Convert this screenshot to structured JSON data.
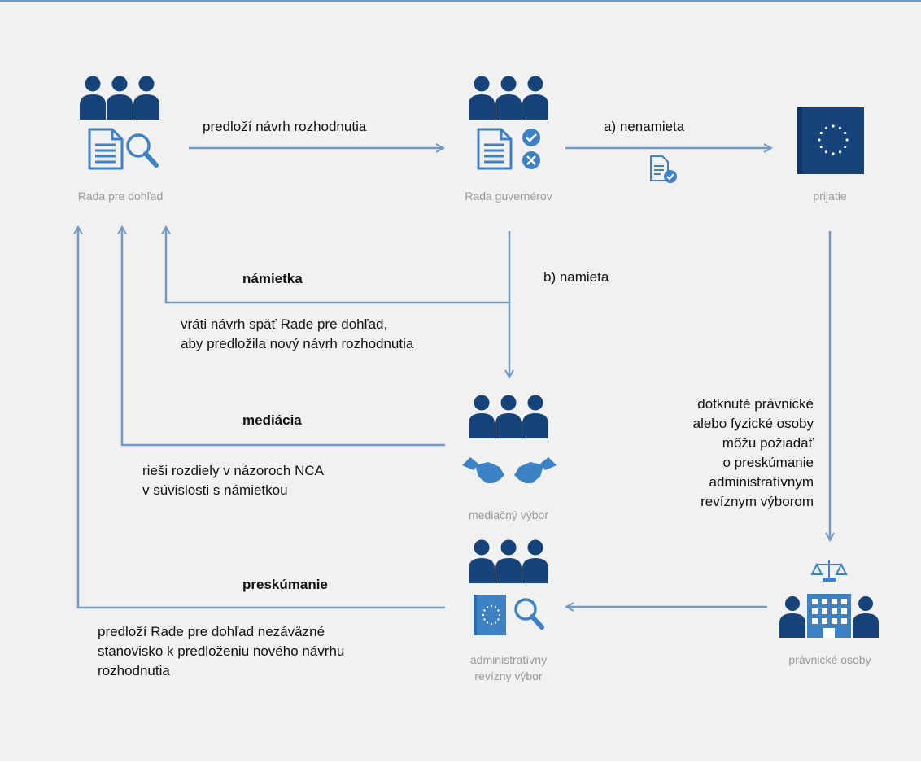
{
  "nodes": {
    "supervisory_board": "Rada pre dohľad",
    "governing_council": "Rada guvernérov",
    "adoption": "prijatie",
    "mediation_panel": "mediačný výbor",
    "review_board_line1": "administratívny",
    "review_board_line2": "revízny výbor",
    "legal_persons": "právnické osoby"
  },
  "flows": {
    "submit_draft": "predloží návrh rozhodnutia",
    "no_objection": "a) nenamieta",
    "objects": "b) namieta",
    "objection_title": "námietka",
    "objection_text_1": "vráti návrh späť Rade pre dohľad,",
    "objection_text_2": "aby predložila nový návrh rozhodnutia",
    "mediation_title": "mediácia",
    "mediation_text_1": "rieši rozdiely v názoroch NCA",
    "mediation_text_2": "v súvislosti s námietkou",
    "review_title": "preskúmanie",
    "review_text_1": "predloží Rade pre dohľad nezáväzné",
    "review_text_2": "stanovisko k predloženiu nového návrhu",
    "review_text_3": "rozhodnutia",
    "request_review_1": "dotknuté právnické",
    "request_review_2": "alebo fyzické osoby",
    "request_review_3": "môžu požiadať",
    "request_review_4": "o preskúmanie",
    "request_review_5": "administratívnym",
    "request_review_6": "revíznym výborom"
  },
  "colors": {
    "background": "#f1f1f2",
    "arrow": "#6f9ac8",
    "icon_dark": "#15437a",
    "icon_light": "#3d82c4",
    "caption": "#9a9a9a"
  }
}
